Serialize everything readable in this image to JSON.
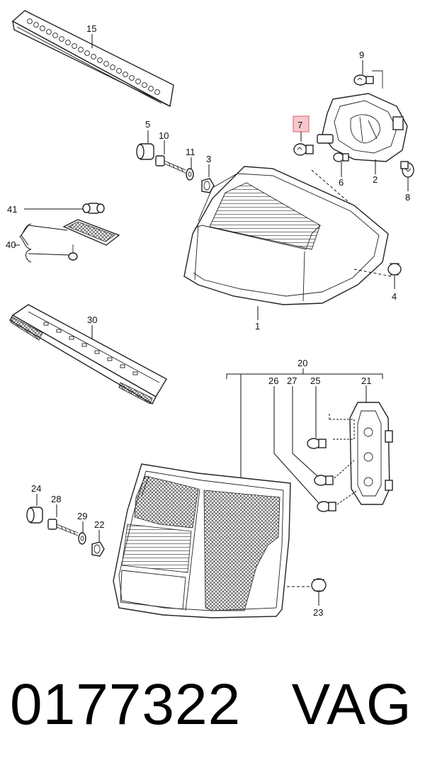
{
  "labels": {
    "p15": "15",
    "p9": "9",
    "p7": "7",
    "p5": "5",
    "p10": "10",
    "p11": "11",
    "p3": "3",
    "p2": "2",
    "p6": "6",
    "p8": "8",
    "p41": "41",
    "p40": "40",
    "p4": "4",
    "p1": "1",
    "p30": "30",
    "p20": "20",
    "p26": "26",
    "p27": "27",
    "p25": "25",
    "p21": "21",
    "p24": "24",
    "p28": "28",
    "p29": "29",
    "p22": "22",
    "p23": "23"
  },
  "highlighted_part": "7",
  "colors": {
    "highlight_fill": "#f6c8cc",
    "highlight_stroke": "#d9737d",
    "line": "#111111"
  },
  "caption": "0177322   VAG"
}
